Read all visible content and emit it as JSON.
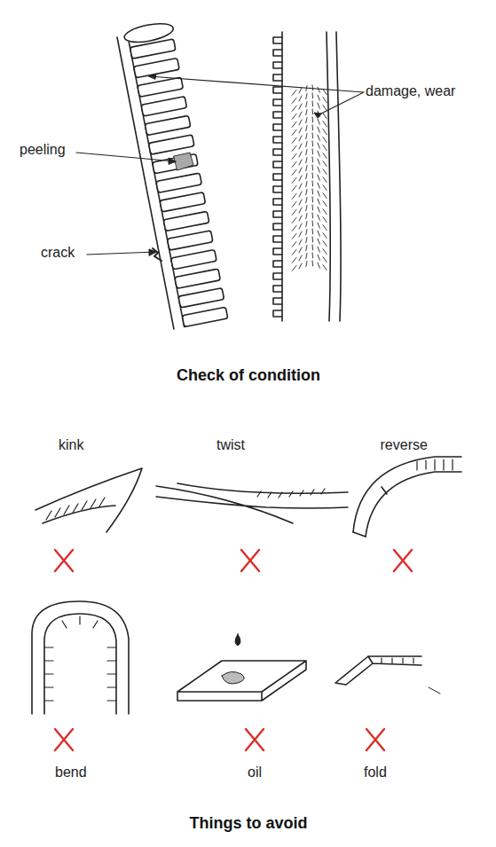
{
  "diagram": {
    "labels": [
      "damage, wear",
      "peeling",
      "crack",
      "Check of condition",
      "kink",
      "twist",
      "reverse",
      "bend",
      "oil",
      "fold",
      "Things to avoid"
    ]
  }
}
